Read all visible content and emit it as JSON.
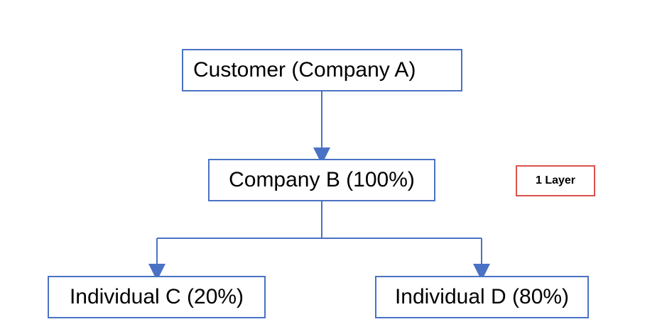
{
  "diagram": {
    "nodes": {
      "customer": "Customer (Company A)",
      "company_b": "Company B (100%)",
      "individual_c": "Individual C (20%)",
      "individual_d": "Individual D (80%)"
    },
    "layer_tag": "1 Layer",
    "edges": [
      {
        "from": "customer",
        "to": "company_b"
      },
      {
        "from": "company_b",
        "to": "individual_c"
      },
      {
        "from": "company_b",
        "to": "individual_d"
      }
    ],
    "colors": {
      "node_border": "#4a72c4",
      "connector": "#4a72c4",
      "tag_border": "#d9534f"
    }
  }
}
